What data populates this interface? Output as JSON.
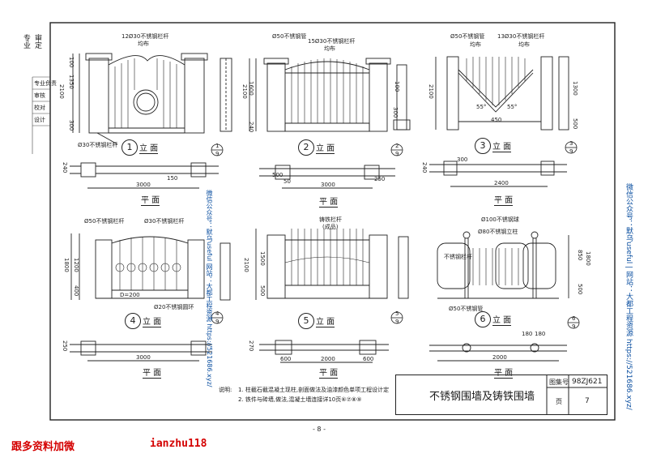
{
  "page": {
    "number": "- 8 -"
  },
  "titleblock": {
    "title": "不锈钢围墙及铸铁围墙",
    "atlas_label": "图集号",
    "atlas_no": "98ZJ621",
    "page_label": "页",
    "page_no": "7"
  },
  "notes": {
    "label": "说明:",
    "line1": "1. 柱截石截混凝土现柱,剖面做法及油漆颜色单项工程设计定",
    "line2": "2. 铁件与砖墙,做法,混凝土墙连接详10页⑥⑦⑧⑨"
  },
  "figures": [
    {
      "id": "1",
      "elev_label": "立 面",
      "plan_label": "平 面",
      "callouts": [
        "12Ø30不锈钢栏杆",
        "均布",
        "Ø30不锈钢栏杆"
      ],
      "dims": [
        "2100",
        "1350",
        "300",
        "100",
        "3000",
        "240",
        "150",
        "9",
        "1"
      ]
    },
    {
      "id": "2",
      "elev_label": "立 面",
      "plan_label": "平 面",
      "callouts": [
        "Ø50不锈钢管",
        "15Ø30不锈钢栏杆",
        "均布"
      ],
      "dims": [
        "2100",
        "1600",
        "240",
        "300",
        "50",
        "100",
        "3000",
        "250",
        "500",
        "9",
        "2"
      ]
    },
    {
      "id": "3",
      "elev_label": "立 面",
      "plan_label": "平 面",
      "callouts": [
        "Ø50不锈钢管",
        "13Ø30不锈钢栏杆",
        "均布",
        "均布"
      ],
      "dims": [
        "55°",
        "55°",
        "450",
        "2100",
        "1300",
        "500",
        "240",
        "300",
        "2400",
        "9",
        "3"
      ]
    },
    {
      "id": "4",
      "elev_label": "立 面",
      "plan_label": "平 面",
      "callouts": [
        "Ø50不锈钢栏杆",
        "Ø30不锈钢栏杆",
        "D=200",
        "Ø20不锈钢圆环"
      ],
      "dims": [
        "1800",
        "1200",
        "400",
        "3000",
        "250",
        "9",
        "4"
      ]
    },
    {
      "id": "5",
      "elev_label": "立 面",
      "plan_label": "平 面",
      "callouts": [
        "铸铁栏杆",
        "(成品)"
      ],
      "dims": [
        "2100",
        "1500",
        "500",
        "270",
        "600",
        "2000",
        "600",
        "9",
        "5"
      ]
    },
    {
      "id": "6",
      "elev_label": "立 面",
      "plan_label": "平 面",
      "callouts": [
        "Ø100不锈钢球",
        "Ø80不锈钢立柱",
        "不锈钢栏杆",
        "Ø50不锈钢管"
      ],
      "dims": [
        "1800",
        "850",
        "500",
        "180",
        "180",
        "2000",
        "9",
        "6"
      ]
    }
  ],
  "margin": {
    "sig1": "专业",
    "sig2": "审定",
    "rows": [
      "专业负责",
      "审核",
      "校对",
      "设计"
    ]
  },
  "watermarks": {
    "red_left": "跟多资料加微",
    "red_right": "ianzhu118",
    "blue_center": "微信公众号：默乌useful  网站：大都工程资源 https://521686.xyz/",
    "blue_right": "微信公众号：默乌useful  |  网站：大都工程资源 https://521686.xyz/"
  }
}
